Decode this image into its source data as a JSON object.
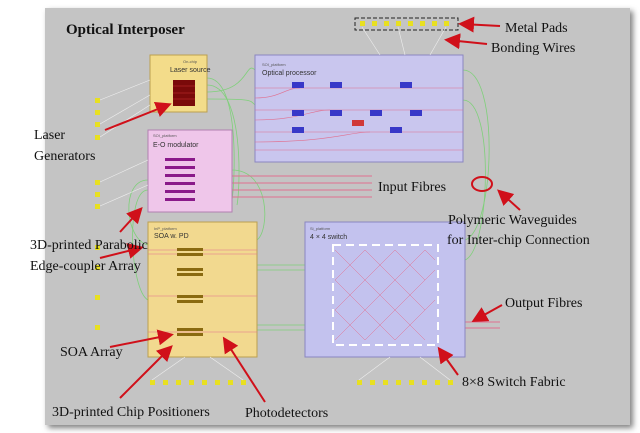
{
  "title": "Optical Interposer",
  "chips": {
    "laser": {
      "platform": "On-chip",
      "name": "Laser source"
    },
    "processor": {
      "platform": "SOI_platform",
      "name": "Optical processor"
    },
    "modulator": {
      "platform": "SOI_platform",
      "name": "E-O modulator"
    },
    "soa": {
      "platform": "InP_platform",
      "name": "SOA w. PD"
    },
    "switch": {
      "platform": "Si_platform",
      "name": "4 × 4 switch"
    }
  },
  "labels": {
    "metal_pads": "Metal Pads",
    "bonding_wires": "Bonding Wires",
    "laser_generators_1": "Laser",
    "laser_generators_2": "Generators",
    "input_fibres": "Input Fibres",
    "polymeric_1": "Polymeric Waveguides",
    "polymeric_2": "for Inter-chip Connection",
    "edge_coupler_1": "3D-printed Parabolic",
    "edge_coupler_2": "Edge-coupler Array",
    "output_fibres": "Output Fibres",
    "soa_array": "SOA Array",
    "switch_fabric": "8×8 Switch Fabric",
    "chip_positioners": "3D-printed Chip Positioners",
    "photodetectors": "Photodetectors"
  },
  "colors": {
    "interposer": "#c4c4c4",
    "laser_chip": "#f3dc8a",
    "processor_chip": "#c9c6ee",
    "modulator_chip": "#efc6ea",
    "soa_chip": "#f2d98f",
    "switch_chip": "#c3c2ee",
    "arrow": "#d0101a",
    "waveguide_green": "#7fd07a",
    "waveguide_red": "#e07090"
  }
}
